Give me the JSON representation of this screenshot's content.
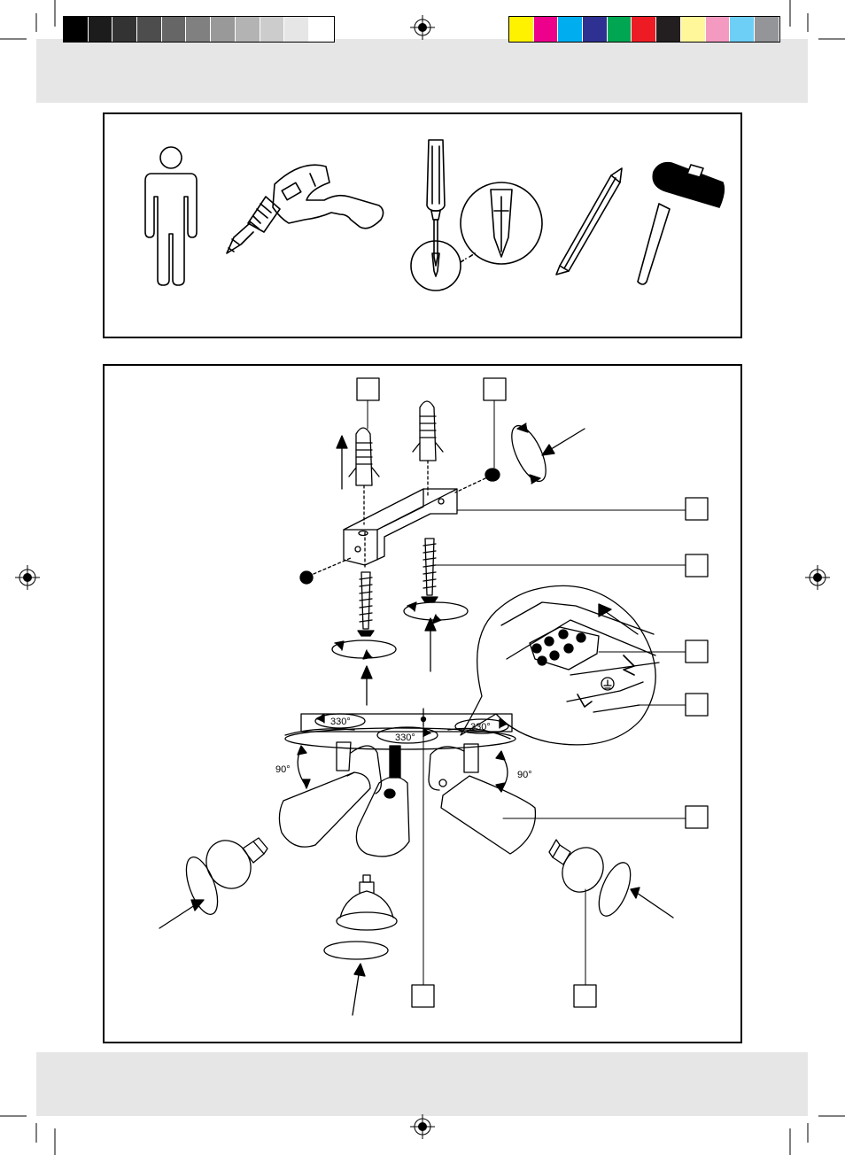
{
  "color_bar": {
    "grays": [
      "#000000",
      "#1c1c1c",
      "#333333",
      "#4d4d4d",
      "#666666",
      "#808080",
      "#999999",
      "#b3b3b3",
      "#cccccc",
      "#e6e6e6",
      "#ffffff"
    ],
    "colors": [
      "#fff200",
      "#ec008c",
      "#00aeef",
      "#2e3192",
      "#00a651",
      "#ed1c24",
      "#231f20",
      "#fff799",
      "#f49ac1",
      "#6dcff6",
      "#939598"
    ]
  },
  "tools": [
    "person-icon",
    "drill-icon",
    "screwdriver-icon",
    "phillips-bit-icon",
    "pencil-icon",
    "hammer-icon"
  ],
  "angles": {
    "left_rotation": "330°",
    "center_rotation": "330°",
    "right_rotation": "330°",
    "left_tilt": "90°",
    "right_tilt": "90°"
  }
}
